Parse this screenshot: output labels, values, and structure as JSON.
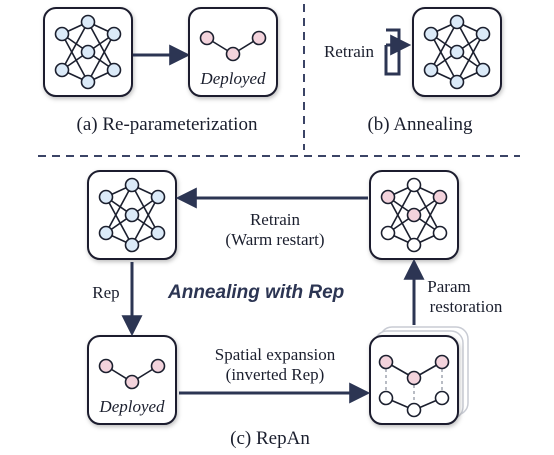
{
  "panels": {
    "a": {
      "caption": "(a) Re-parameterization",
      "deployed_label": "Deployed"
    },
    "b": {
      "caption": "(b) Annealing",
      "retrain_label": "Retrain"
    },
    "c": {
      "caption": "(c) RepAn",
      "title": "Annealing with Rep",
      "retrain_label": "Retrain",
      "retrain_sub": "(Warm restart)",
      "rep_label": "Rep",
      "param_label_1": "Param",
      "param_label_2": "restoration",
      "spatial_label_1": "Spatial expansion",
      "spatial_label_2": "(inverted Rep)",
      "deployed_label": "Deployed"
    }
  },
  "colors": {
    "node_blue": "#dbeaf8",
    "node_pink": "#f3d3dc",
    "node_white": "#ffffff",
    "outline": "#1b1f2e",
    "arrow": "#2c3553",
    "divider": "#3b4466"
  },
  "icons": [
    "full-network-icon",
    "slim-network-icon",
    "expanded-network-icon"
  ]
}
